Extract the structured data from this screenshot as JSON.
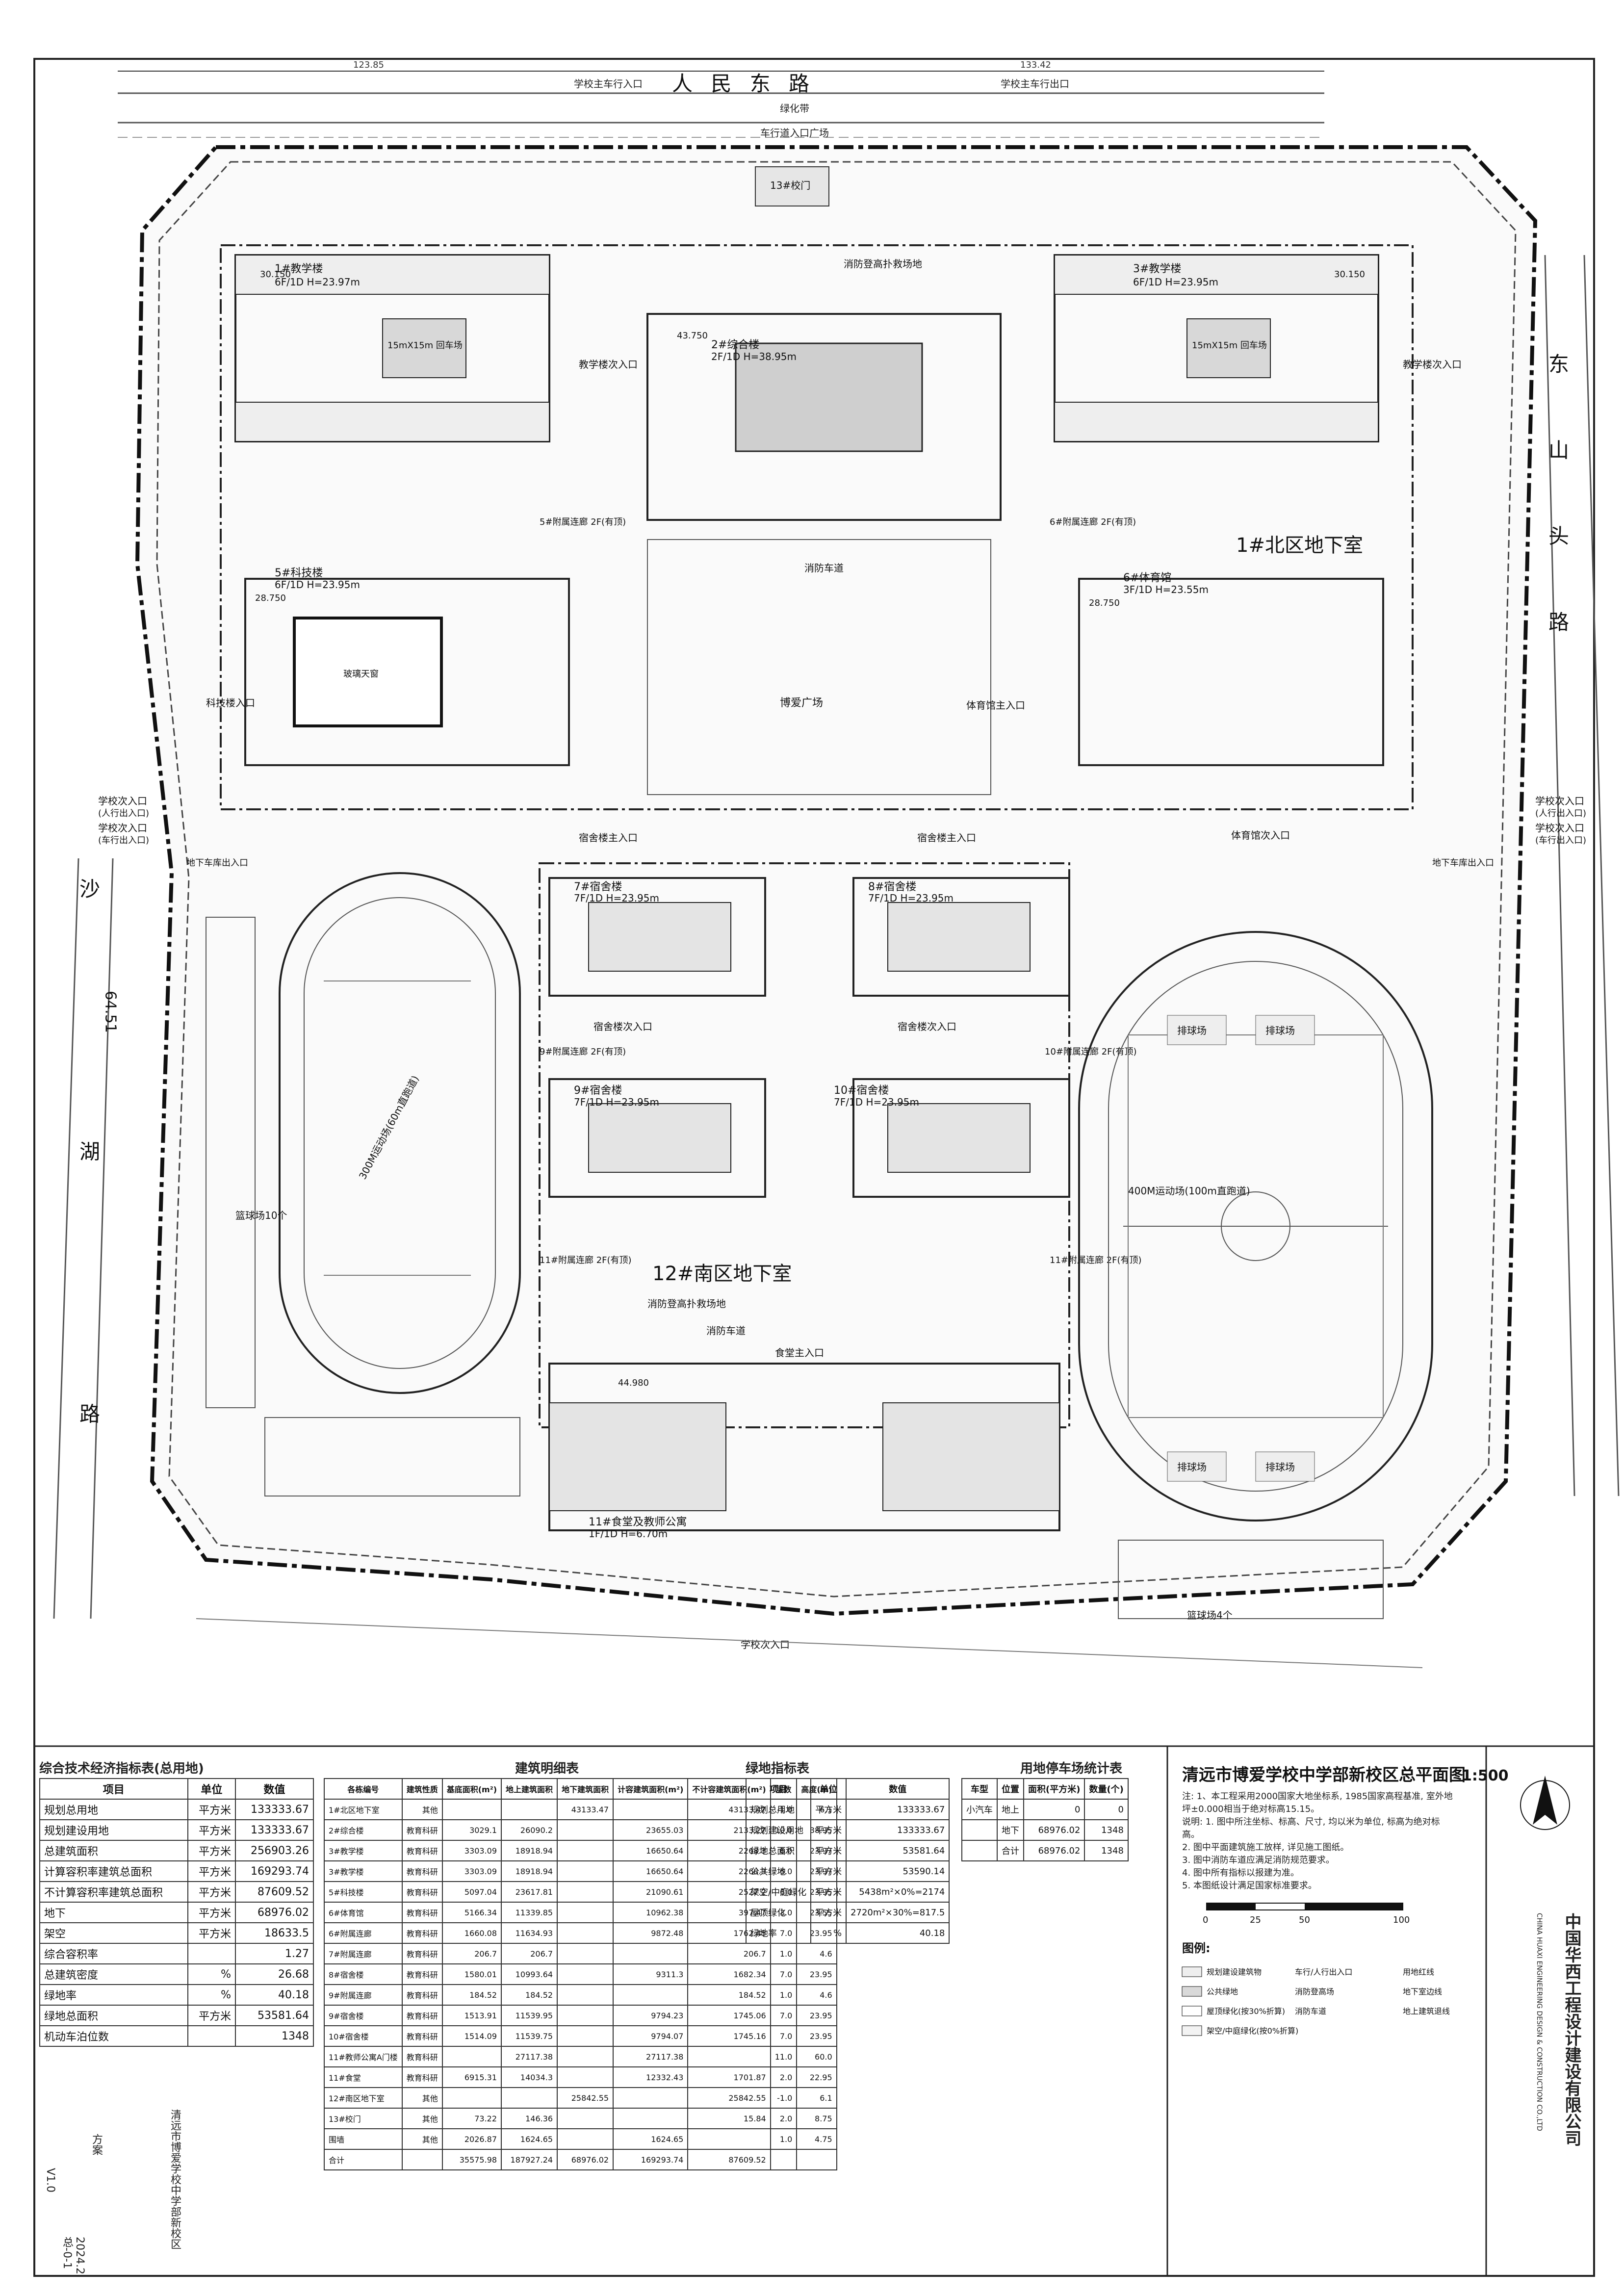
{
  "roads": {
    "top": "人 民 东 路",
    "right": "东 山 头 路",
    "left": "沙 湖 路",
    "green_belt": "绿化带",
    "vehicle_plaza": "车行道入口广场",
    "top_left_entry": "学校主车行入口",
    "top_right_exit": "学校主车行出口",
    "bottom_entry": "学校次入口",
    "left_entry_ped": "学校次入口",
    "left_entry_ped_sub": "(人行出入口)",
    "left_entry_veh": "学校次入口",
    "left_entry_veh_sub": "(车行出入口)",
    "right_entry_ped": "学校次入口",
    "right_entry_ped_sub": "(人行出入口)",
    "right_entry_veh": "学校次入口",
    "right_entry_veh_sub": "(车行出入口)",
    "left_garage_entry": "地下车库出入口",
    "right_garage_entry": "地下车库出入口",
    "dim_top_left": "123.85",
    "dim_top_right": "133.42",
    "dim_left": "64.51"
  },
  "buildings": {
    "b1": {
      "name": "1#教学楼",
      "spec": "6F/1D H=23.97m",
      "elev": "30.150",
      "court": "15mX15m 回车场"
    },
    "b2": {
      "name": "2#综合楼",
      "spec": "2F/1D H=38.95m",
      "elev": "43.750"
    },
    "b3": {
      "name": "3#教学楼",
      "spec": "6F/1D H=23.95m",
      "elev": "30.150",
      "court": "15mX15m 回车场"
    },
    "b5": {
      "name": "5#科技楼",
      "spec": "6F/1D H=23.95m",
      "elev": "28.750",
      "atrium": "玻璃天窗"
    },
    "b6": {
      "name": "6#体育馆",
      "spec": "3F/1D H=23.55m",
      "elev": "28.750"
    },
    "b7": {
      "name": "7#宿舍楼",
      "spec": "7F/1D H=23.95m"
    },
    "b8": {
      "name": "8#宿舍楼",
      "spec": "7F/1D H=23.95m"
    },
    "b9": {
      "name": "9#宿舍楼",
      "spec": "7F/1D H=23.95m"
    },
    "b10": {
      "name": "10#宿舍楼",
      "spec": "7F/1D H=23.95m"
    },
    "b11": {
      "name": "11#食堂及教师公寓",
      "spec": "1F/1D H=6.70m",
      "elev": "44.980"
    },
    "corridor_5": "5#附属连廊 2F(有顶)",
    "corridor_6": "6#附属连廊 2F(有顶)",
    "corridor_9": "9#附属连廊 2F(有顶)",
    "corridor_10": "10#附属连廊 2F(有顶)",
    "corridor_11a": "11#附属连廊 2F(有顶)",
    "corridor_11b": "11#附属连廊 2F(有顶)",
    "gate": "13#校门"
  },
  "zones": {
    "north_basement": "1#北区地下室",
    "south_basement": "12#南区地下室",
    "plaza": "博爱广场",
    "fire_lane": "消防车道",
    "fire_site": "消防登高扑救场地",
    "track_left": "300M运动场(60m直跑道)",
    "track_right": "400M运动场(100m直跑道)",
    "basketball_left": "篮球场10个",
    "basketball_right": "篮球场4个",
    "volleyball": "排球场",
    "teaching_entry": "教学楼次入口",
    "dorm_entry": "宿舍楼次入口",
    "dorm_main_entry": "宿舍楼主入口",
    "canteen_entry": "食堂主入口",
    "sports_entry": "体育馆主入口",
    "tech_entry": "科技楼入口",
    "gym_sub_entry": "体育馆次入口"
  },
  "table_econ": {
    "caption": "综合技术经济指标表(总用地)",
    "headers": [
      "项目",
      "单位",
      "数值"
    ],
    "rows": [
      [
        "规划总用地",
        "平方米",
        "133333.67"
      ],
      [
        "规划建设用地",
        "平方米",
        "133333.67"
      ],
      [
        "总建筑面积",
        "平方米",
        "256903.26"
      ],
      [
        "计算容积率建筑总面积",
        "平方米",
        "169293.74"
      ],
      [
        "不计算容积率建筑总面积",
        "平方米",
        "87609.52"
      ],
      [
        "地下",
        "平方米",
        "68976.02"
      ],
      [
        "架空",
        "平方米",
        "18633.5"
      ],
      [
        "综合容积率",
        "",
        "1.27"
      ],
      [
        "总建筑密度",
        "%",
        "26.68"
      ],
      [
        "绿地率",
        "%",
        "40.18"
      ],
      [
        "绿地总面积",
        "平方米",
        "53581.64"
      ],
      [
        "机动车泊位数",
        "",
        "1348"
      ]
    ]
  },
  "table_build": {
    "caption": "建筑明细表",
    "headers": [
      "各栋编号",
      "建筑性质",
      "基底面积(m²)",
      "地上建筑面积",
      "地下建筑面积",
      "计容建筑面积(m²)",
      "不计容建筑面积(m²)",
      "层数",
      "高度(m)"
    ],
    "rows": [
      [
        "1#北区地下室",
        "其他",
        "",
        "",
        "43133.47",
        "",
        "43133.47",
        "-1.0",
        "6.1"
      ],
      [
        "2#综合楼",
        "教育科研",
        "3029.1",
        "26090.2",
        "",
        "23655.03",
        "2133.27",
        "10.0",
        "38.95"
      ],
      [
        "3#教学楼",
        "教育科研",
        "3303.09",
        "18918.94",
        "",
        "16650.64",
        "2268.3",
        "6.0",
        "23.97"
      ],
      [
        "3#教学楼",
        "教育科研",
        "3303.09",
        "18918.94",
        "",
        "16650.64",
        "2268.3",
        "6.0",
        "23.97"
      ],
      [
        "5#科技楼",
        "教育科研",
        "5097.04",
        "23617.81",
        "",
        "21090.61",
        "2527.2",
        "6.0",
        "23.95"
      ],
      [
        "6#体育馆",
        "教育科研",
        "5166.34",
        "11339.85",
        "",
        "10962.38",
        "397.47",
        "3.0",
        "23.55"
      ],
      [
        "6#附属连廊",
        "教育科研",
        "1660.08",
        "11634.93",
        "",
        "9872.48",
        "1762.45",
        "7.0",
        "23.95"
      ],
      [
        "7#附属连廊",
        "教育科研",
        "206.7",
        "206.7",
        "",
        "",
        "206.7",
        "1.0",
        "4.6"
      ],
      [
        "8#宿舍楼",
        "教育科研",
        "1580.01",
        "10993.64",
        "",
        "9311.3",
        "1682.34",
        "7.0",
        "23.95"
      ],
      [
        "9#附属连廊",
        "教育科研",
        "184.52",
        "184.52",
        "",
        "",
        "184.52",
        "1.0",
        "4.6"
      ],
      [
        "9#宿舍楼",
        "教育科研",
        "1513.91",
        "11539.95",
        "",
        "9794.23",
        "1745.06",
        "7.0",
        "23.95"
      ],
      [
        "10#宿舍楼",
        "教育科研",
        "1514.09",
        "11539.75",
        "",
        "9794.07",
        "1745.16",
        "7.0",
        "23.95"
      ],
      [
        "11#教师公寓A门楼",
        "教育科研",
        "",
        "27117.38",
        "",
        "27117.38",
        "",
        "11.0",
        "60.0"
      ],
      [
        "11#食堂",
        "教育科研",
        "6915.31",
        "14034.3",
        "",
        "12332.43",
        "1701.87",
        "2.0",
        "22.95"
      ],
      [
        "12#南区地下室",
        "其他",
        "",
        "",
        "25842.55",
        "",
        "25842.55",
        "-1.0",
        "6.1"
      ],
      [
        "13#校门",
        "其他",
        "73.22",
        "146.36",
        "",
        "",
        "15.84",
        "2.0",
        "8.75"
      ],
      [
        "围墙",
        "其他",
        "2026.87",
        "1624.65",
        "",
        "1624.65",
        "",
        "1.0",
        "4.75"
      ],
      [
        "合计",
        "",
        "35575.98",
        "187927.24",
        "68976.02",
        "169293.74",
        "87609.52",
        "",
        ""
      ]
    ]
  },
  "table_green": {
    "caption": "绿地指标表",
    "headers": [
      "项目",
      "单位",
      "数值"
    ],
    "rows": [
      [
        "规划总用地",
        "平方米",
        "133333.67"
      ],
      [
        "规划建设用地",
        "平方米",
        "133333.67"
      ],
      [
        "绿地总面积",
        "平方米",
        "53581.64"
      ],
      [
        "公共绿地",
        "平方米",
        "53590.14"
      ],
      [
        "架空/中庭绿化",
        "平方米",
        "5438m²×0%=2174"
      ],
      [
        "屋顶绿化",
        "平方米",
        "2720m²×30%=817.5"
      ],
      [
        "绿地率",
        "%",
        "40.18"
      ]
    ]
  },
  "table_parking": {
    "caption": "用地停车场统计表",
    "headers": [
      "车型",
      "位置",
      "面积(平方米)",
      "数量(个)"
    ],
    "rows": [
      [
        "小汽车",
        "地上",
        "0",
        "0"
      ],
      [
        "",
        "地下",
        "68976.02",
        "1348"
      ],
      [
        "",
        "合计",
        "68976.02",
        "1348"
      ]
    ]
  },
  "title_block": {
    "drawing_title": "清远市博爱学校中学部新校区总平面图",
    "scale": "1:500",
    "company": "中国华西工程设计建设有限公司",
    "company_en": "CHINA HUAXI ENGINEERING DESIGN & CONSTRUCTION CO.,LTD",
    "scale_bar": [
      "0",
      "25",
      "50",
      "100"
    ],
    "legend_title": "图例:",
    "legend": [
      "规划建设建筑物",
      "车行/人行出入口",
      "用地红线",
      "公共绿地",
      "消防登高场",
      "地下室边线",
      "屋顶绿化(按30%折算)",
      "消防车道",
      "地上建筑退线",
      "架空/中庭绿化(按0%折算)"
    ],
    "notes": [
      "注: 1、本工程采用2000国家大地坐标系, 1985国家高程基准, 室外地坪±0.000相当于绝对标高15.15。",
      "说明: 1. 图中所注坐标、标高、尺寸, 均以米为单位, 标高为绝对标高。",
      "2. 图中平面建筑施工放样, 详见施工图纸。",
      "3. 图中消防车道应满足消防规范要求。",
      "4. 图中所有指标以报建为准。",
      "5. 本图纸设计满足国家标准要求。"
    ],
    "project_name": "清远市博爱学校中学部新校区",
    "stage": "方案",
    "drawing_no": "总-0-1",
    "date": "2024.2",
    "version": "V1.0"
  }
}
